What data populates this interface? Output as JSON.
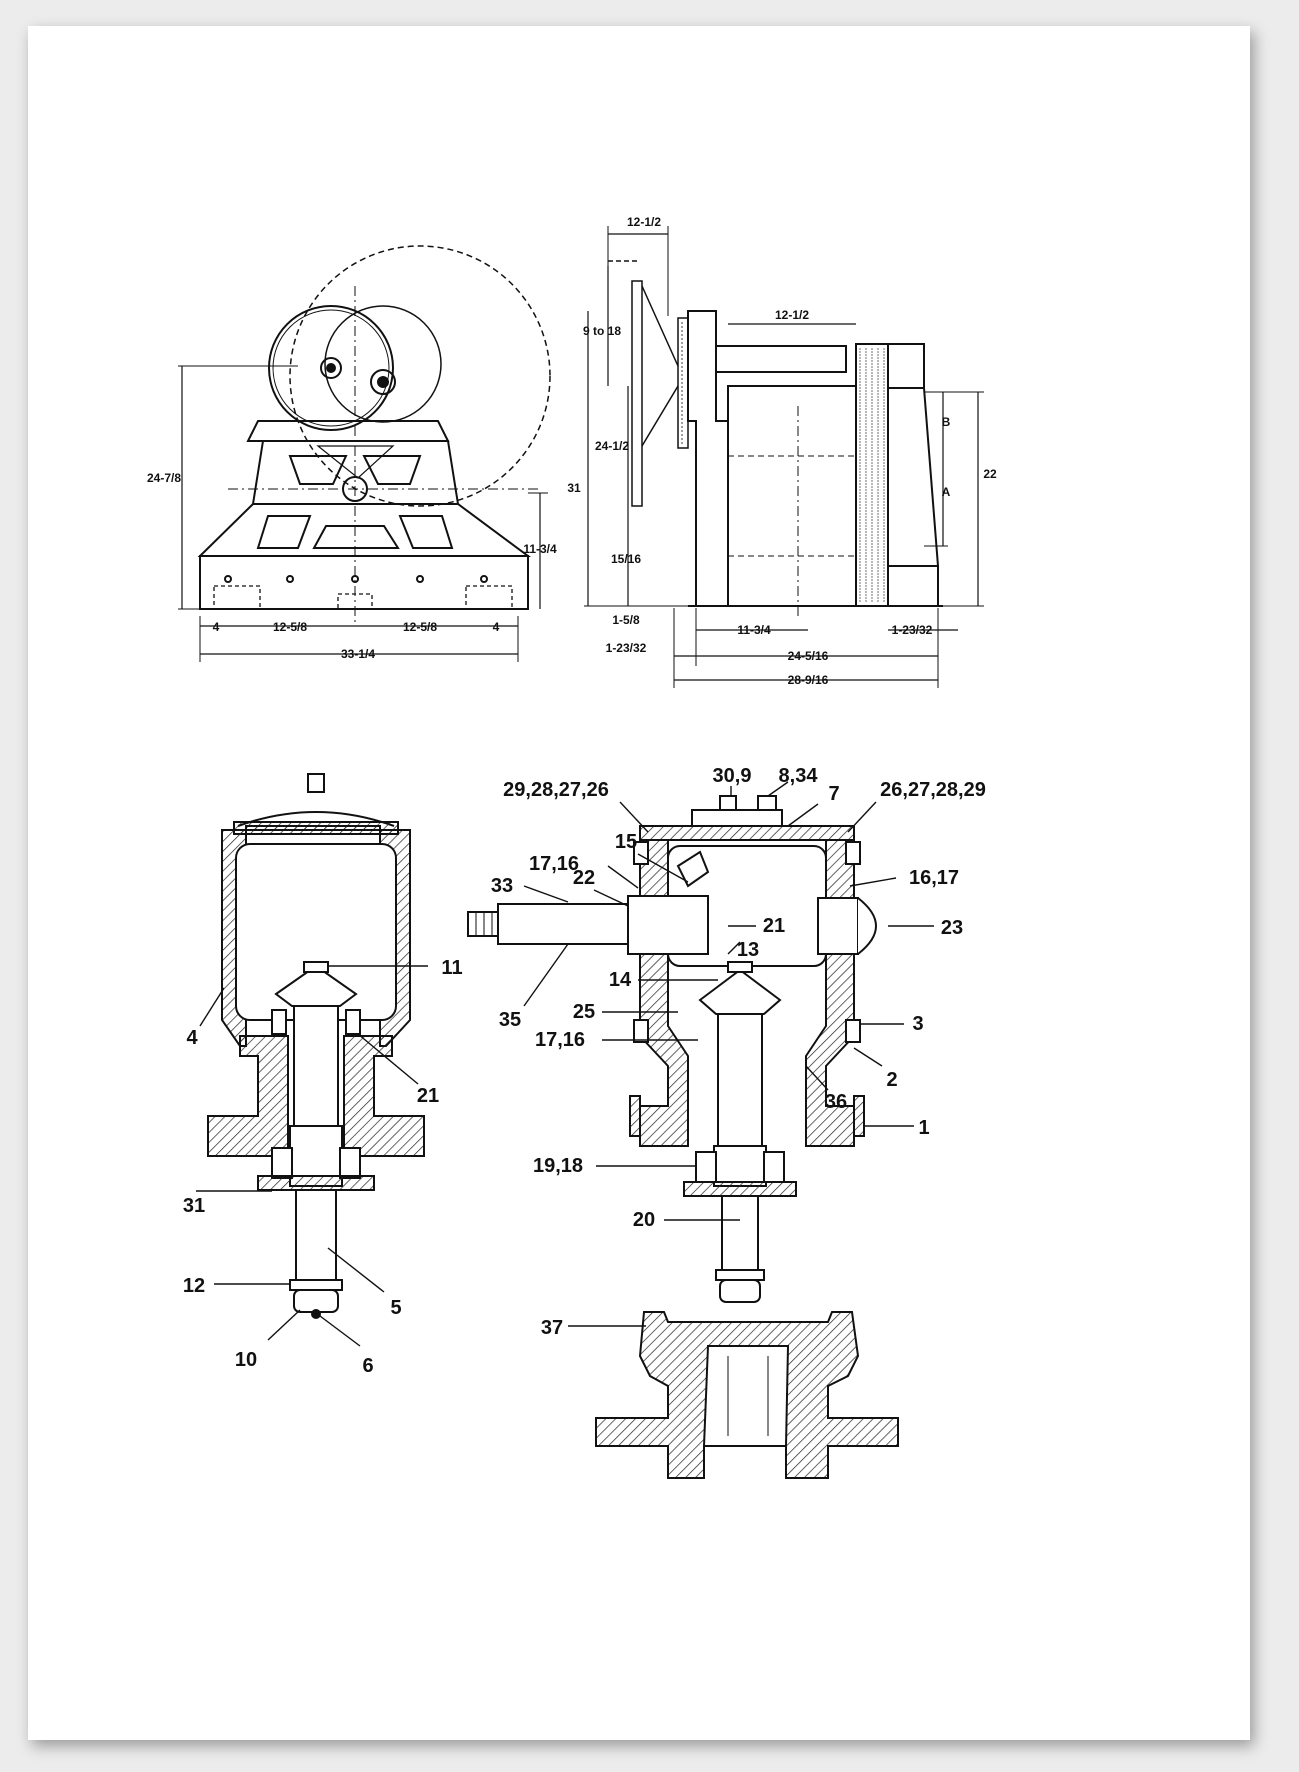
{
  "front_view": {
    "dims": [
      "24-7/8",
      "11-3/4",
      "4",
      "12-5/8",
      "12-5/8",
      "4",
      "33-1/4"
    ]
  },
  "side_view": {
    "dims": [
      "12-1/2",
      "9 to 18",
      "24-1/2",
      "31",
      "15/16",
      "1-5/8",
      "1-23/32",
      "12-1/2",
      "B",
      "A",
      "22",
      "11-3/4",
      "1-23/32",
      "24-5/16",
      "28-9/16"
    ]
  },
  "section_left": {
    "callouts": [
      "11",
      "4",
      "21",
      "31",
      "12",
      "5",
      "10",
      "6"
    ]
  },
  "section_right": {
    "callouts": [
      "30,9",
      "8,34",
      "7",
      "29,28,27,26",
      "26,27,28,29",
      "15",
      "17,16",
      "16,17",
      "33",
      "22",
      "21",
      "23",
      "13",
      "14",
      "35",
      "25",
      "17,16",
      "3",
      "2",
      "36",
      "1",
      "19,18",
      "20"
    ]
  },
  "housing": {
    "callouts": [
      "37"
    ]
  }
}
